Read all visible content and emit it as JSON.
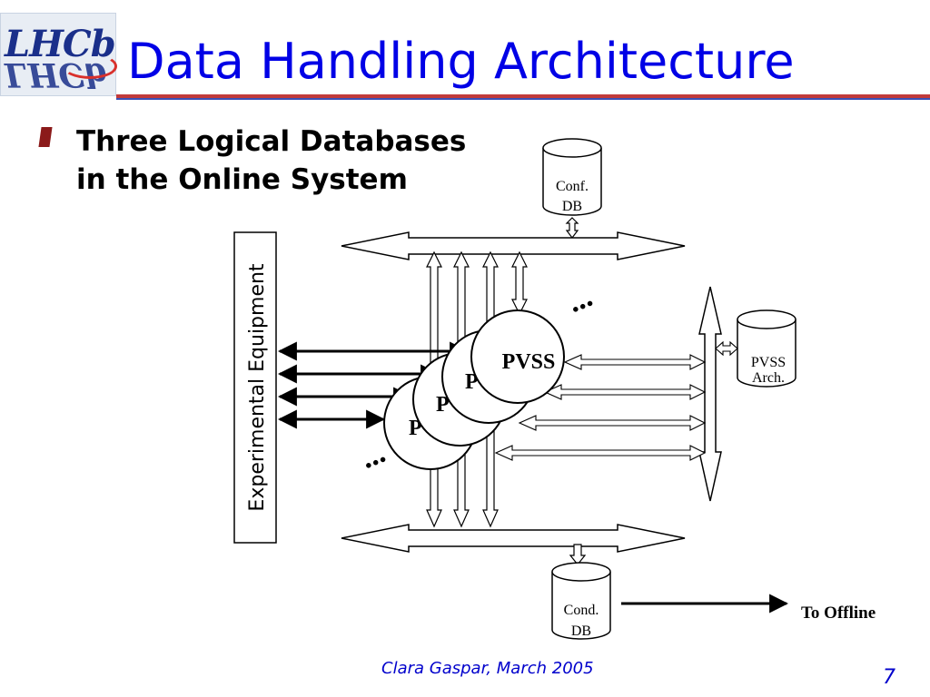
{
  "slide": {
    "logo_text_top": "LHCb",
    "logo_text_bottom": "LHCb",
    "title": "Data Handling Architecture",
    "bullet_line1": "Three Logical Databases",
    "bullet_line2": "in the Online System",
    "footer_author": "Clara Gaspar, March 2005",
    "page_number": "7"
  },
  "diagram": {
    "conf_db_line1": "Conf.",
    "conf_db_line2": "DB",
    "cond_db_line1": "Cond.",
    "cond_db_line2": "DB",
    "pvss_arch_line1": "PVSS",
    "pvss_arch_line2": "Arch.",
    "equipment_label": "Experimental Equipment",
    "pvss_front": "PVSS",
    "pvss_back_letters": [
      "P",
      "P",
      "P"
    ],
    "ellipsis": "...",
    "to_offline": "To Offline"
  }
}
